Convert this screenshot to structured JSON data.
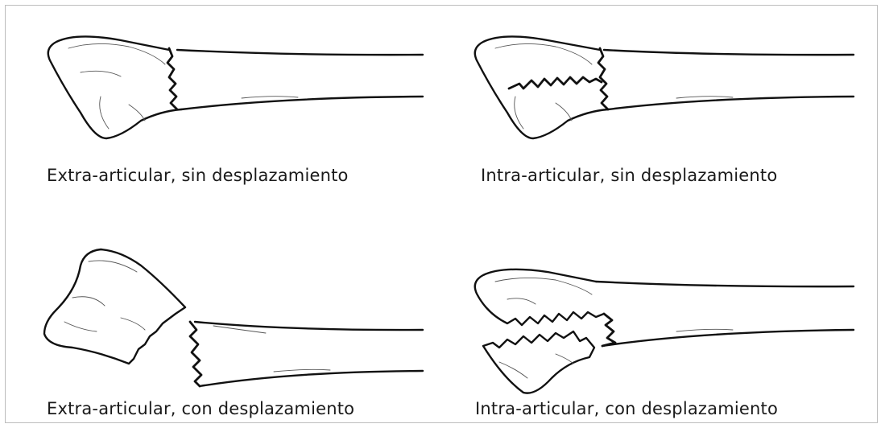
{
  "captions": {
    "top_left": "Extra-articular, sin desplazamiento",
    "top_right": "Intra-articular, sin desplazamiento",
    "bottom_left": "Extra-articular, con desplazamiento",
    "bottom_right": "Intra-articular, con desplazamiento"
  }
}
